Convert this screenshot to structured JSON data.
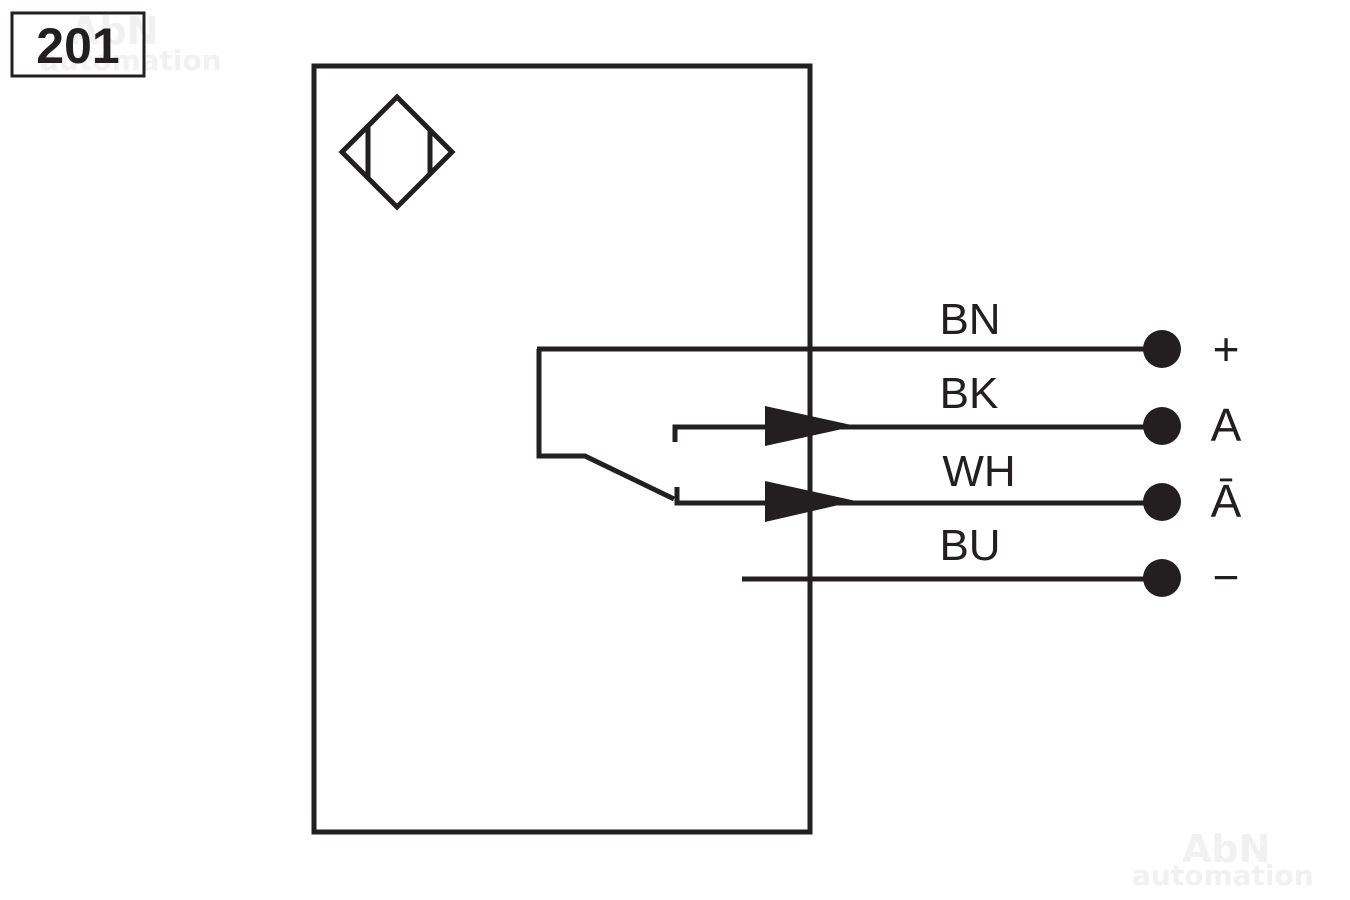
{
  "diagram_number": "201",
  "watermark": {
    "line1": "AbN",
    "line2": "automation"
  },
  "wires": [
    {
      "color_code": "BN",
      "terminal": "+"
    },
    {
      "color_code": "BK",
      "terminal": "A"
    },
    {
      "color_code": "WH",
      "terminal": "Ā"
    },
    {
      "color_code": "BU",
      "terminal": "−"
    }
  ],
  "colors": {
    "ink": "#231f20",
    "background": "#ffffff",
    "watermark": "#f1f1f1"
  }
}
